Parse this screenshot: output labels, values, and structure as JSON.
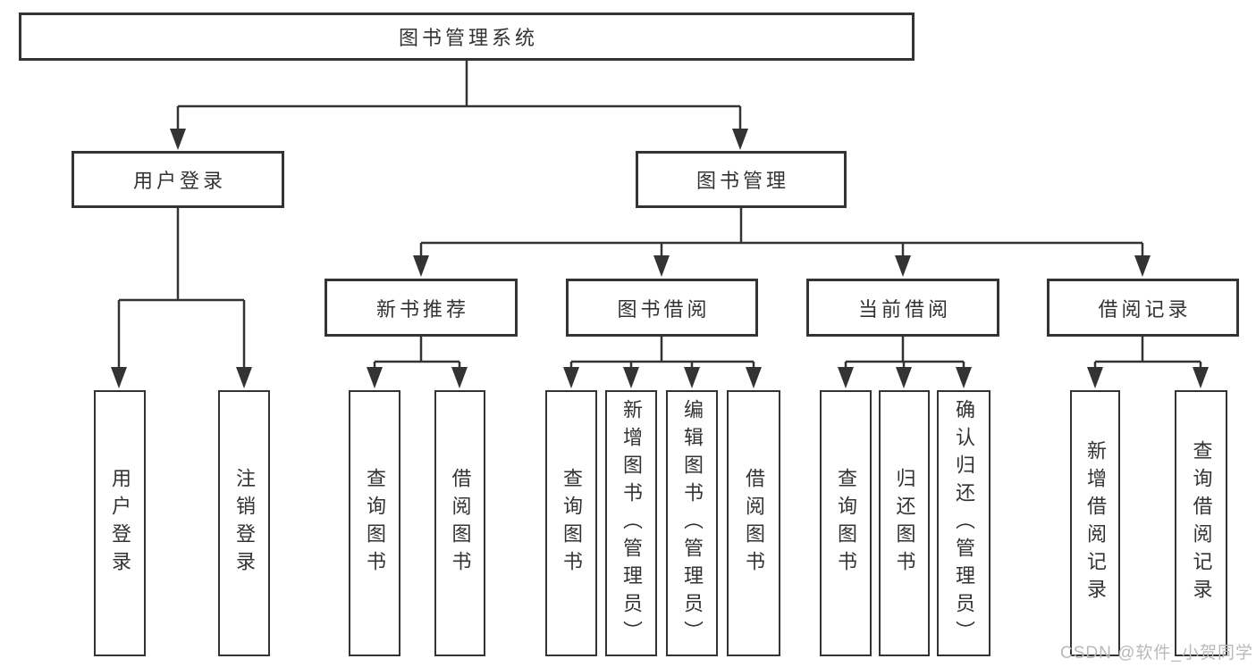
{
  "diagram": {
    "tree": {
      "label": "图书管理系统",
      "children": [
        {
          "label": "用户登录",
          "children": [
            {
              "label": "用户登录"
            },
            {
              "label": "注销登录"
            }
          ]
        },
        {
          "label": "图书管理",
          "children": [
            {
              "label": "新书推荐",
              "children": [
                {
                  "label": "查询图书"
                },
                {
                  "label": "借阅图书"
                }
              ]
            },
            {
              "label": "图书借阅",
              "children": [
                {
                  "label": "查询图书"
                },
                {
                  "label": "新增图书（管理员）"
                },
                {
                  "label": "编辑图书（管理员）"
                },
                {
                  "label": "借阅图书"
                }
              ]
            },
            {
              "label": "当前借阅",
              "children": [
                {
                  "label": "查询图书"
                },
                {
                  "label": "归还图书"
                },
                {
                  "label": "确认归还（管理员）"
                }
              ]
            },
            {
              "label": "借阅记录",
              "children": [
                {
                  "label": "新增借阅记录"
                },
                {
                  "label": "查询借阅记录"
                }
              ]
            }
          ]
        }
      ]
    },
    "colors": {
      "line": "#333333",
      "box_border": "#333333",
      "box_fill": "#ffffff",
      "text": "#333333",
      "watermark": "#b9b9b9",
      "background": "#ffffff"
    }
  },
  "watermark": "CSDN @软件_小贺同学"
}
